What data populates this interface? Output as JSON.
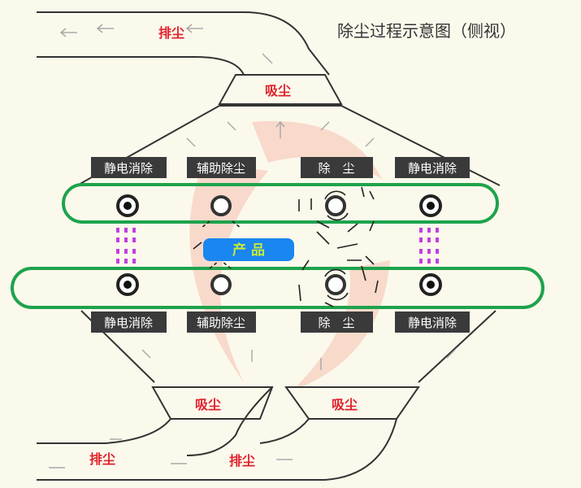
{
  "title": "除尘过程示意图（侧视）",
  "top": {
    "exhaust_label": "排尘",
    "suction_label": "吸尘"
  },
  "bottom": {
    "suction_labels": [
      "吸尘",
      "吸尘"
    ],
    "exhaust_labels": [
      "排尘",
      "排尘"
    ]
  },
  "upper_labels": [
    "静电消除",
    "辅助除尘",
    "除　尘",
    "静电消除"
  ],
  "lower_labels": [
    "静电消除",
    "辅助除尘",
    "除　尘",
    "静电消除"
  ],
  "product_label": "产 品",
  "colors": {
    "belt": "#1ea34c",
    "product": "#1a86f0",
    "product_text": "#c8e83a",
    "label_bg": "#3a3a3a",
    "red_text": "#e0202a",
    "ion": "#c040e0"
  }
}
